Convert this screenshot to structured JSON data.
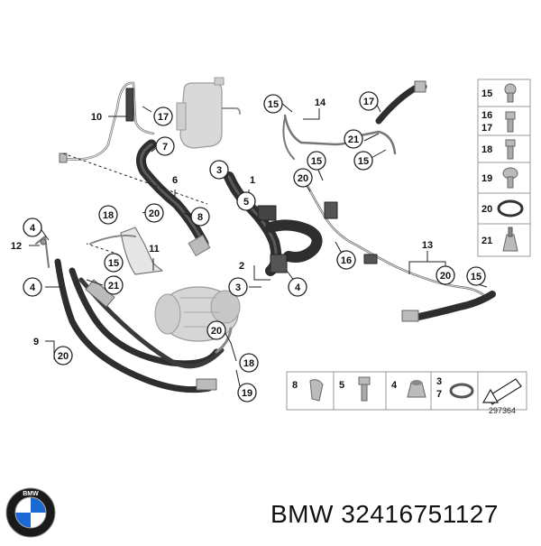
{
  "diagram": {
    "drawing_number": "297364",
    "callouts": [
      {
        "label": "10"
      },
      {
        "label": "17"
      },
      {
        "label": "7"
      },
      {
        "label": "3"
      },
      {
        "label": "6"
      },
      {
        "label": "1"
      },
      {
        "label": "8"
      },
      {
        "label": "20"
      },
      {
        "label": "18"
      },
      {
        "label": "4"
      },
      {
        "label": "12"
      },
      {
        "label": "15"
      },
      {
        "label": "11"
      },
      {
        "label": "21"
      },
      {
        "label": "4"
      },
      {
        "label": "5"
      },
      {
        "label": "2"
      },
      {
        "label": "4"
      },
      {
        "label": "3"
      },
      {
        "label": "9"
      },
      {
        "label": "20"
      },
      {
        "label": "20"
      },
      {
        "label": "18"
      },
      {
        "label": "19"
      },
      {
        "label": "15"
      },
      {
        "label": "14"
      },
      {
        "label": "17"
      },
      {
        "label": "21"
      },
      {
        "label": "15"
      },
      {
        "label": "15"
      },
      {
        "label": "20"
      },
      {
        "label": "16"
      },
      {
        "label": "13"
      },
      {
        "label": "20"
      },
      {
        "label": "15"
      }
    ],
    "legend_right": [
      {
        "labels": [
          "15"
        ]
      },
      {
        "labels": [
          "16",
          "17"
        ]
      },
      {
        "labels": [
          "18"
        ]
      },
      {
        "labels": [
          "19"
        ]
      },
      {
        "labels": [
          "20"
        ]
      },
      {
        "labels": [
          "21"
        ]
      }
    ],
    "legend_bottom": [
      {
        "labels": [
          "8"
        ]
      },
      {
        "labels": [
          "5"
        ]
      },
      {
        "labels": [
          "4"
        ]
      },
      {
        "labels": [
          "3",
          "7"
        ]
      }
    ]
  },
  "brand": {
    "part_line": "BMW 32416751127",
    "logo_letters": "BMW"
  }
}
